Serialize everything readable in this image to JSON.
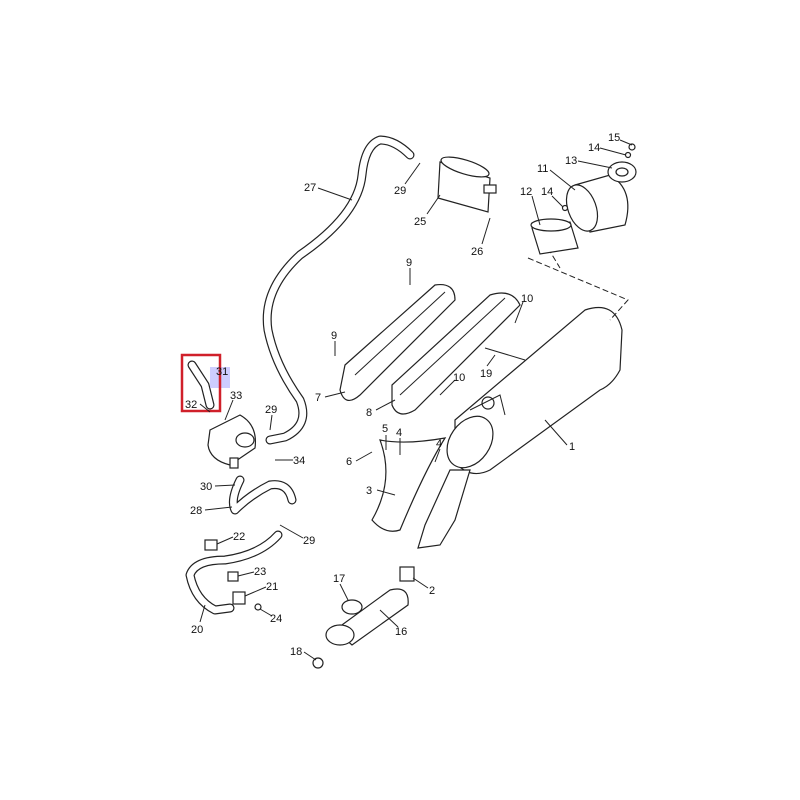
{
  "diagram": {
    "title": "Exhaust system and secondary air parts diagram",
    "highlight_color": "#d0202a",
    "highlight_marker_color": "#b8b8ff",
    "callouts": [
      {
        "id": "c15",
        "label": "15"
      },
      {
        "id": "c14a",
        "label": "14"
      },
      {
        "id": "c13",
        "label": "13"
      },
      {
        "id": "c11",
        "label": "11"
      },
      {
        "id": "c12",
        "label": "12"
      },
      {
        "id": "c14b",
        "label": "14"
      },
      {
        "id": "c27",
        "label": "27"
      },
      {
        "id": "c29a",
        "label": "29"
      },
      {
        "id": "c25",
        "label": "25"
      },
      {
        "id": "c26",
        "label": "26"
      },
      {
        "id": "c9a",
        "label": "9"
      },
      {
        "id": "c10a",
        "label": "10"
      },
      {
        "id": "c9b",
        "label": "9"
      },
      {
        "id": "c19",
        "label": "19"
      },
      {
        "id": "c10b",
        "label": "10"
      },
      {
        "id": "c7",
        "label": "7"
      },
      {
        "id": "c8",
        "label": "8"
      },
      {
        "id": "c1",
        "label": "1"
      },
      {
        "id": "c31",
        "label": "31"
      },
      {
        "id": "c32",
        "label": "32"
      },
      {
        "id": "c33",
        "label": "33"
      },
      {
        "id": "c29b",
        "label": "29"
      },
      {
        "id": "c34",
        "label": "34"
      },
      {
        "id": "c5",
        "label": "5"
      },
      {
        "id": "c4a",
        "label": "4"
      },
      {
        "id": "c4b",
        "label": "4"
      },
      {
        "id": "c6",
        "label": "6"
      },
      {
        "id": "c30",
        "label": "30"
      },
      {
        "id": "c3",
        "label": "3"
      },
      {
        "id": "c28",
        "label": "28"
      },
      {
        "id": "c29c",
        "label": "29"
      },
      {
        "id": "c22",
        "label": "22"
      },
      {
        "id": "c23",
        "label": "23"
      },
      {
        "id": "c21",
        "label": "21"
      },
      {
        "id": "c17",
        "label": "17"
      },
      {
        "id": "c2",
        "label": "2"
      },
      {
        "id": "c24",
        "label": "24"
      },
      {
        "id": "c20",
        "label": "20"
      },
      {
        "id": "c16",
        "label": "16"
      },
      {
        "id": "c18",
        "label": "18"
      }
    ]
  }
}
